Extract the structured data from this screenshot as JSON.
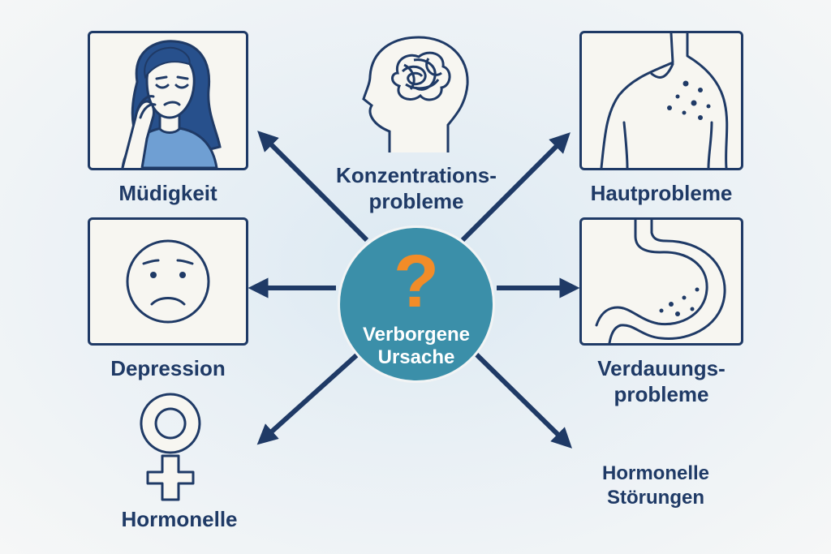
{
  "hub": {
    "symbol": "?",
    "label_line1": "Verborgene",
    "label_line2": "Ursache"
  },
  "nodes": {
    "fatigue": {
      "label": "Müdigkeit",
      "icon": "tired-woman-icon"
    },
    "concentration": {
      "label_line1": "Konzentrations-",
      "label_line2": "probleme",
      "icon": "tangled-brain-head-icon"
    },
    "skin": {
      "label": "Hautprobleme",
      "icon": "skin-spots-shoulder-icon"
    },
    "depression": {
      "label": "Depression",
      "icon": "sad-face-icon"
    },
    "digestion": {
      "label_line1": "Verdauungs-",
      "label_line2": "probleme",
      "icon": "stomach-icon"
    },
    "hormonal_left": {
      "label": "Hormonelle",
      "icon": "female-symbol-icon"
    },
    "hormonal_right": {
      "label_line1": "Hormonelle",
      "label_line2": "Störungen"
    }
  },
  "colors": {
    "ink": "#1f3a66",
    "hub_fill": "#3b8fa9",
    "question_mark": "#f28c28",
    "panel_bg": "#f7f6f1",
    "shirt_blue": "#6f9fd3",
    "hair": "#27508c"
  }
}
